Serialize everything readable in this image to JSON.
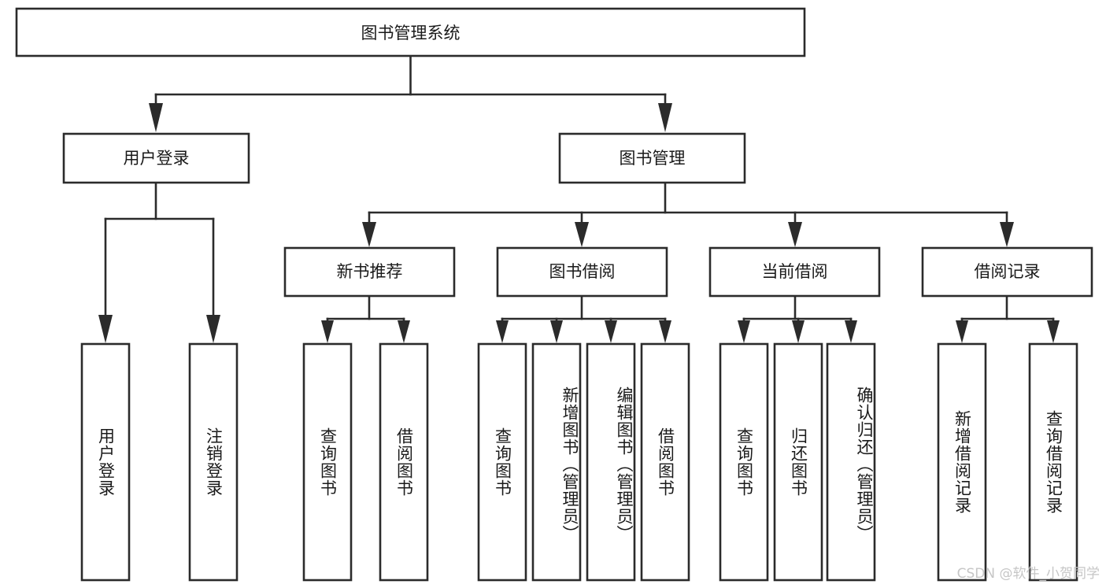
{
  "diagram": {
    "type": "tree",
    "title": "图书管理系统",
    "watermark": "CSDN @软件_小贺同学",
    "colors": {
      "box_fill": "#ffffff",
      "box_stroke": "#2b2b2b",
      "text": "#1a1a1a",
      "background": "#ffffff",
      "watermark": "#c6c6c6"
    },
    "levels": {
      "root": {
        "label": "图书管理系统"
      },
      "level2": [
        {
          "label": "用户登录"
        },
        {
          "label": "图书管理"
        }
      ],
      "level3": [
        {
          "label": "新书推荐"
        },
        {
          "label": "图书借阅"
        },
        {
          "label": "当前借阅"
        },
        {
          "label": "借阅记录"
        }
      ],
      "leaves": [
        {
          "label": "用户登录",
          "parent": "用户登录"
        },
        {
          "label": "注销登录",
          "parent": "用户登录"
        },
        {
          "label": "查询图书",
          "parent": "新书推荐"
        },
        {
          "label": "借阅图书",
          "parent": "新书推荐"
        },
        {
          "label": "查询图书",
          "parent": "图书借阅"
        },
        {
          "label": "新增图书（管理员）",
          "parent": "图书借阅"
        },
        {
          "label": "编辑图书（管理员）",
          "parent": "图书借阅"
        },
        {
          "label": "借阅图书",
          "parent": "图书借阅"
        },
        {
          "label": "查询图书",
          "parent": "当前借阅"
        },
        {
          "label": "归还图书",
          "parent": "当前借阅"
        },
        {
          "label": "确认归还（管理员）",
          "parent": "当前借阅"
        },
        {
          "label": "新增借阅记录",
          "parent": "借阅记录"
        },
        {
          "label": "查询借阅记录",
          "parent": "借阅记录"
        }
      ]
    }
  }
}
